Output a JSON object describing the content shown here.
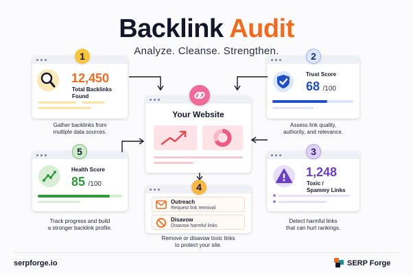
{
  "header": {
    "title_part1": "Backlink",
    "title_part2": "Audit",
    "subtitle": "Analyze. Cleanse. Strengthen."
  },
  "steps": [
    {
      "number": "1",
      "value": "12,450",
      "label": "Total Backlinks Found",
      "caption_line1": "Gather backlinks from",
      "caption_line2": "multiple data sources.",
      "icon": "magnifier-icon"
    },
    {
      "number": "2",
      "label": "Trust Score",
      "value": "68",
      "suffix": "/100",
      "progress": 0.68,
      "caption_line1": "Assess link quality,",
      "caption_line2": "authority, and relevance.",
      "icon": "shield-check-icon"
    },
    {
      "number": "3",
      "value": "1,248",
      "label_line1": "Toxic /",
      "label_line2": "Spammy Links",
      "caption_line1": "Detect harmful links",
      "caption_line2": "that can hurt rankings.",
      "icon": "warning-icon"
    },
    {
      "number": "4",
      "actions": [
        {
          "title": "Outreach",
          "desc": "Request link removal",
          "icon": "mail-icon"
        },
        {
          "title": "Disavow",
          "desc": "Disavow harmful links",
          "icon": "prohibited-icon"
        }
      ],
      "caption_line1": "Remove or disavow toxic links",
      "caption_line2": "to protect your site."
    },
    {
      "number": "5",
      "label": "Health Score",
      "value": "85",
      "suffix": "/100",
      "progress": 0.85,
      "caption_line1": "Track progress and build",
      "caption_line2": "a stronger backlink profile.",
      "icon": "trend-line-icon"
    }
  ],
  "center": {
    "title": "Your Website",
    "icon": "link-icon"
  },
  "footer": {
    "url": "serpforge.io",
    "brand": "SERP Forge"
  },
  "colors": {
    "orange": "#f26b1d",
    "blue": "#1f4fc4",
    "green": "#2f9a3a",
    "purple": "#6b3fc7",
    "pink": "#f06a9a"
  }
}
